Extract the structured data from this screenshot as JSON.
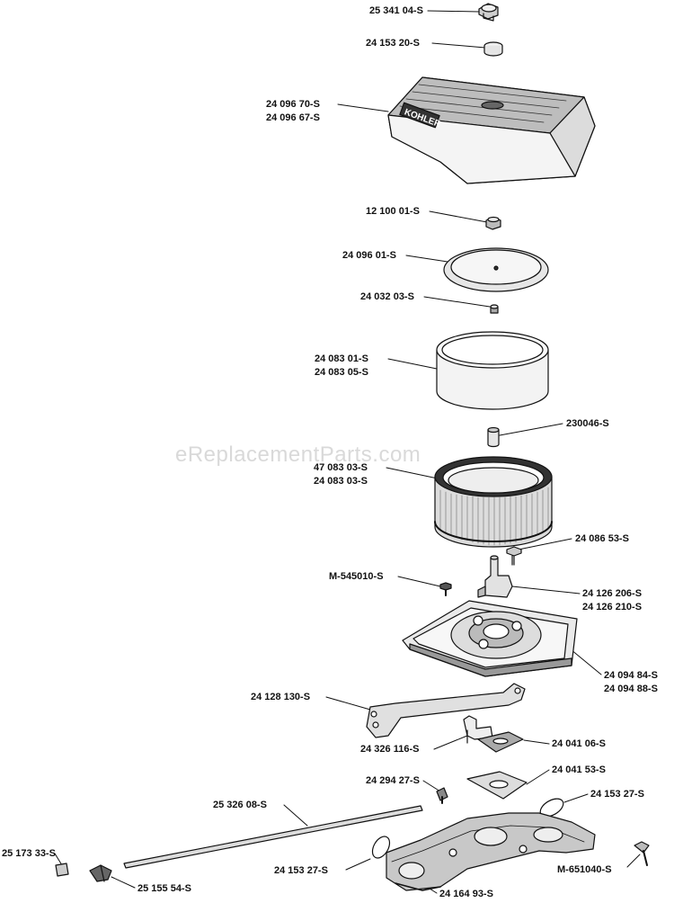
{
  "watermark": "eReplacementParts.com",
  "brand_text": "KOHLER",
  "parts": {
    "p1": "25 341 04-S",
    "p2": "24 153 20-S",
    "p3a": "24 096 70-S",
    "p3b": "24 096 67-S",
    "p4": "12 100 01-S",
    "p5": "24 096 01-S",
    "p6": "24 032 03-S",
    "p7a": "24 083 01-S",
    "p7b": "24 083 05-S",
    "p8": "230046-S",
    "p9a": "47 083 03-S",
    "p9b": "24 083 03-S",
    "p10": "24 086 53-S",
    "p11": "M-545010-S",
    "p12a": "24 126 206-S",
    "p12b": "24 126 210-S",
    "p13a": "24 094 84-S",
    "p13b": "24 094 88-S",
    "p14": "24 128 130-S",
    "p15": "24 326 116-S",
    "p16": "24 041 06-S",
    "p17": "24 294 27-S",
    "p18": "24 041 53-S",
    "p19": "24 153 27-S",
    "p20": "25 326 08-S",
    "p21": "25 173 33-S",
    "p22": "24 153 27-S",
    "p23": "M-651040-S",
    "p24": "25 155 54-S",
    "p25": "24 164 93-S"
  }
}
